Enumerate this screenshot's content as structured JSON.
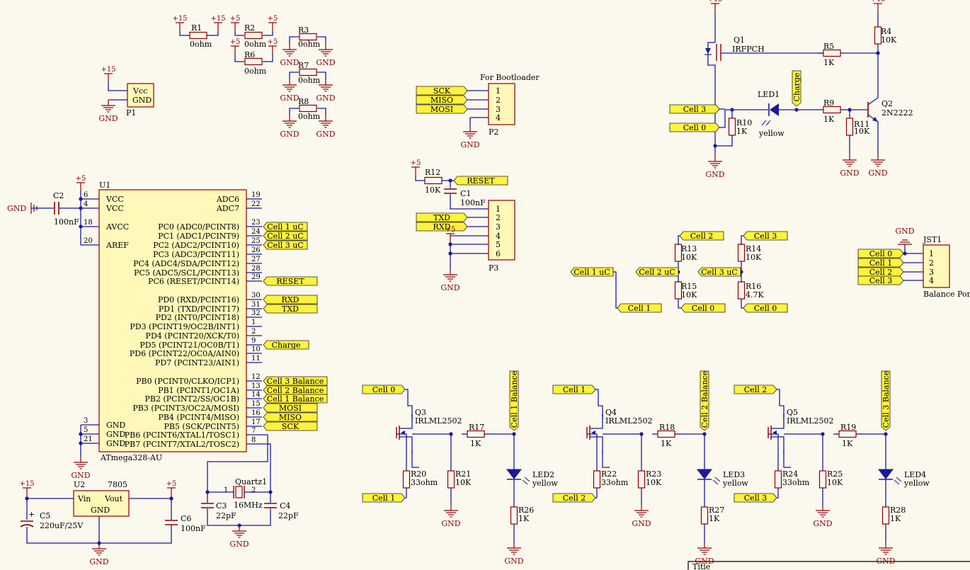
{
  "colors": {
    "background": "#fbf8ee",
    "wire": "#1a1a9a",
    "body_fill": "#fff8b8",
    "body_stroke": "#8a0000",
    "text": "#000000",
    "power": "#8a0000",
    "netlabel_fill": "#fff23c"
  },
  "power": {
    "p15": "+15",
    "p5": "+5",
    "gnd": "GND"
  },
  "bom": {
    "R1": {
      "ref": "R1",
      "value": "0ohm"
    },
    "R2": {
      "ref": "R2",
      "value": "0ohm"
    },
    "R3": {
      "ref": "R3",
      "value": "0ohm"
    },
    "R6": {
      "ref": "R6",
      "value": "0ohm"
    },
    "R7": {
      "ref": "R7",
      "value": "0ohm"
    },
    "R8": {
      "ref": "R8",
      "value": "0ohm"
    },
    "R4": {
      "ref": "R4",
      "value": "10K"
    },
    "R5": {
      "ref": "R5",
      "value": "1K"
    },
    "R9": {
      "ref": "R9",
      "value": "1K"
    },
    "R10": {
      "ref": "R10",
      "value": "1K"
    },
    "R11": {
      "ref": "R11",
      "value": "10K"
    },
    "R12": {
      "ref": "R12",
      "value": "10K"
    },
    "R13": {
      "ref": "R13",
      "value": "10K"
    },
    "R14": {
      "ref": "R14",
      "value": "10K"
    },
    "R15": {
      "ref": "R15",
      "value": "10K"
    },
    "R16": {
      "ref": "R16",
      "value": "4.7K"
    },
    "R17": {
      "ref": "R17",
      "value": "1K"
    },
    "R18": {
      "ref": "R18",
      "value": "1K"
    },
    "R19": {
      "ref": "R19",
      "value": "1K"
    },
    "R20": {
      "ref": "R20",
      "value": "33ohm"
    },
    "R21": {
      "ref": "R21",
      "value": "10K"
    },
    "R22": {
      "ref": "R22",
      "value": "33ohm"
    },
    "R23": {
      "ref": "R23",
      "value": "10K"
    },
    "R24": {
      "ref": "R24",
      "value": "33ohm"
    },
    "R25": {
      "ref": "R25",
      "value": "10K"
    },
    "R26": {
      "ref": "R26",
      "value": "1K"
    },
    "R27": {
      "ref": "R27",
      "value": "1K"
    },
    "R28": {
      "ref": "R28",
      "value": "1K"
    },
    "C1": {
      "ref": "C1",
      "value": "100nF"
    },
    "C2": {
      "ref": "C2",
      "value": "100nF"
    },
    "C3": {
      "ref": "C3",
      "value": "22pF"
    },
    "C4": {
      "ref": "C4",
      "value": "22pF"
    },
    "C5": {
      "ref": "C5",
      "value": "220uF/25V"
    },
    "C6": {
      "ref": "C6",
      "value": "100nF"
    },
    "Q1": {
      "ref": "Q1",
      "value": "IRFPCH"
    },
    "Q2": {
      "ref": "Q2",
      "value": "2N2222"
    },
    "Q3": {
      "ref": "Q3",
      "value": "IRLML2502"
    },
    "Q4": {
      "ref": "Q4",
      "value": "IRLML2502"
    },
    "Q5": {
      "ref": "Q5",
      "value": "IRLML2502"
    },
    "LED1": {
      "ref": "LED1",
      "value": "yellow"
    },
    "LED2": {
      "ref": "LED2",
      "value": "yellow"
    },
    "LED3": {
      "ref": "LED3",
      "value": "yellow"
    },
    "LED4": {
      "ref": "LED4",
      "value": "yellow"
    },
    "U2": {
      "ref": "U2",
      "value": "7805"
    },
    "Quartz1": {
      "ref": "Quartz1",
      "value": "16MHz"
    }
  },
  "u1": {
    "ref": "U1",
    "part": "ATmega328-AU",
    "left_pins": [
      {
        "num": "6",
        "name": "VCC"
      },
      {
        "num": "4",
        "name": "VCC"
      },
      {
        "num": "18",
        "name": "AVCC"
      },
      {
        "num": "20",
        "name": "AREF"
      },
      {
        "num": "3",
        "name": "GND"
      },
      {
        "num": "5",
        "name": "GND"
      },
      {
        "num": "21",
        "name": "GND"
      }
    ],
    "right_pins": [
      {
        "num": "19",
        "name": "ADC6"
      },
      {
        "num": "22",
        "name": "ADC7"
      },
      {
        "num": "23",
        "name": "PC0 (ADC0/PCINT8)"
      },
      {
        "num": "24",
        "name": "PC1 (ADC1/PCINT9)"
      },
      {
        "num": "25",
        "name": "PC2 (ADC2/PCINT10)"
      },
      {
        "num": "26",
        "name": "PC3 (ADC3/PCINT11)"
      },
      {
        "num": "27",
        "name": "PC4 (ADC4/SDA/PCINT12)"
      },
      {
        "num": "28",
        "name": "PC5 (ADC5/SCL/PCINT13)"
      },
      {
        "num": "29",
        "name": "PC6 (RESET/PCINT14)"
      },
      {
        "num": "30",
        "name": "PD0 (RXD/PCINT16)"
      },
      {
        "num": "31",
        "name": "PD1 (TXD/PCINT17)"
      },
      {
        "num": "32",
        "name": "PD2 (INT0/PCINT18)"
      },
      {
        "num": "1",
        "name": "PD3 (PCINT19/OC2B/INT1)"
      },
      {
        "num": "2",
        "name": "PD4 (PCINT20/XCK/T0)"
      },
      {
        "num": "9",
        "name": "PD5 (PCINT21/OC0B/T1)"
      },
      {
        "num": "10",
        "name": "PD6 (PCINT22/OC0A/AIN0)"
      },
      {
        "num": "11",
        "name": "PD7 (PCINT23/AIN1)"
      },
      {
        "num": "12",
        "name": "PB0 (PCINT0/CLKO/ICP1)"
      },
      {
        "num": "13",
        "name": "PB1 (PCINT1/OC1A)"
      },
      {
        "num": "14",
        "name": "PB2 (PCINT2/SS/OC1B)"
      },
      {
        "num": "15",
        "name": "PB3 (PCINT3/OC2A/MOSI)"
      },
      {
        "num": "16",
        "name": "PB4 (PCINT4/MISO)"
      },
      {
        "num": "17",
        "name": "PB5 (SCK/PCINT5)"
      },
      {
        "num": "7",
        "name": "PB6 (PCINT6/XTAL1/TOSC1)"
      },
      {
        "num": "8",
        "name": "PB7 (PCINT7/XTAL2/TOSC2)"
      }
    ],
    "nets": [
      "Cell 1 uC",
      "Cell 2 uC",
      "Cell 3 uC",
      "RESET",
      "RXD",
      "TXD",
      "Charge",
      "Cell 3 Balance",
      "Cell 2 Balance",
      "Cell 1 Balance",
      "MOSI",
      "MISO",
      "SCK"
    ]
  },
  "p1": {
    "ref": "P1",
    "pins": [
      "Vcc",
      "GND"
    ]
  },
  "p2": {
    "ref": "P2",
    "title": "For Bootloader",
    "pins": [
      "1",
      "2",
      "3",
      "4"
    ],
    "nets": [
      "SCK",
      "MISO",
      "MOSI"
    ]
  },
  "p3": {
    "ref": "P3",
    "pins": [
      "1",
      "2",
      "3",
      "4",
      "5",
      "6"
    ],
    "nets": [
      "TXD",
      "RXD"
    ],
    "reset": "RESET"
  },
  "jst1": {
    "ref": "JST1",
    "title": "Balance Port",
    "pins": [
      "1",
      "2",
      "3",
      "4"
    ],
    "nets": [
      "Cell 0",
      "Cell 1",
      "Cell 2",
      "Cell 3"
    ]
  },
  "u2": {
    "pins": [
      "Vin",
      "Vout",
      "GND"
    ]
  },
  "quartz_pins": [
    "1",
    "2"
  ],
  "nets": {
    "cell0": "Cell 0",
    "cell1": "Cell 1",
    "cell2": "Cell 2",
    "cell3": "Cell 3",
    "cell1uc": "Cell 1 uC",
    "cell2uc": "Cell 2 uC",
    "cell3uc": "Cell 3 uC",
    "charge": "Charge",
    "bal1": "Cell 1 Balance",
    "bal2": "Cell 2 Balance",
    "bal3": "Cell 3 Balance"
  },
  "title_block": {
    "label": "Title"
  }
}
